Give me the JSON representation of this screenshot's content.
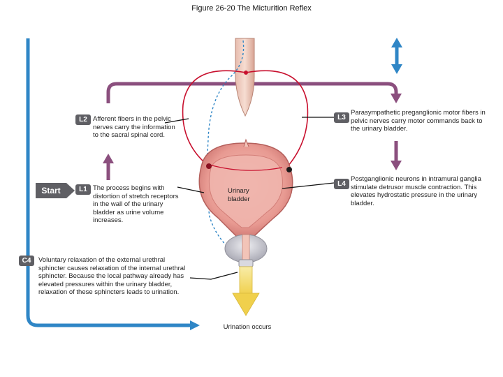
{
  "title": "Figure 26-20 The Micturition Reflex",
  "start_label": "Start",
  "steps": {
    "l1": {
      "badge": "L1",
      "text": "The process begins with distortion of stretch receptors in the wall of the urinary bladder as urine volume increases."
    },
    "l2": {
      "badge": "L2",
      "text": "Afferent fibers in the pelvic nerves carry the information to the sacral spinal cord."
    },
    "l3": {
      "badge": "L3",
      "text": "Parasympathetic preganglionic motor fibers in pelvic nerves carry motor commands back to the urinary bladder."
    },
    "l4": {
      "badge": "L4",
      "text": "Postganglionic neurons in intramural ganglia stimulate detrusor muscle contraction. This elevates hydrostatic pressure in the urinary bladder."
    },
    "c4": {
      "badge": "C4",
      "text": "Voluntary relaxation of the external urethral sphincter causes relaxation of the internal urethral sphincter. Because the local pathway already has elevated pressures within the urinary bladder, relaxation of these sphincters leads to urination."
    }
  },
  "labels": {
    "bladder": "Urinary bladder",
    "urination": "Urination occurs"
  },
  "colors": {
    "purple_arrow": "#8b4f7e",
    "blue_arrow": "#2f86c6",
    "nerve_red": "#c8102e",
    "badge_gray": "#5f5f64",
    "bladder_pink": "#e89a92",
    "urine_yellow": "#f3dc6a"
  }
}
